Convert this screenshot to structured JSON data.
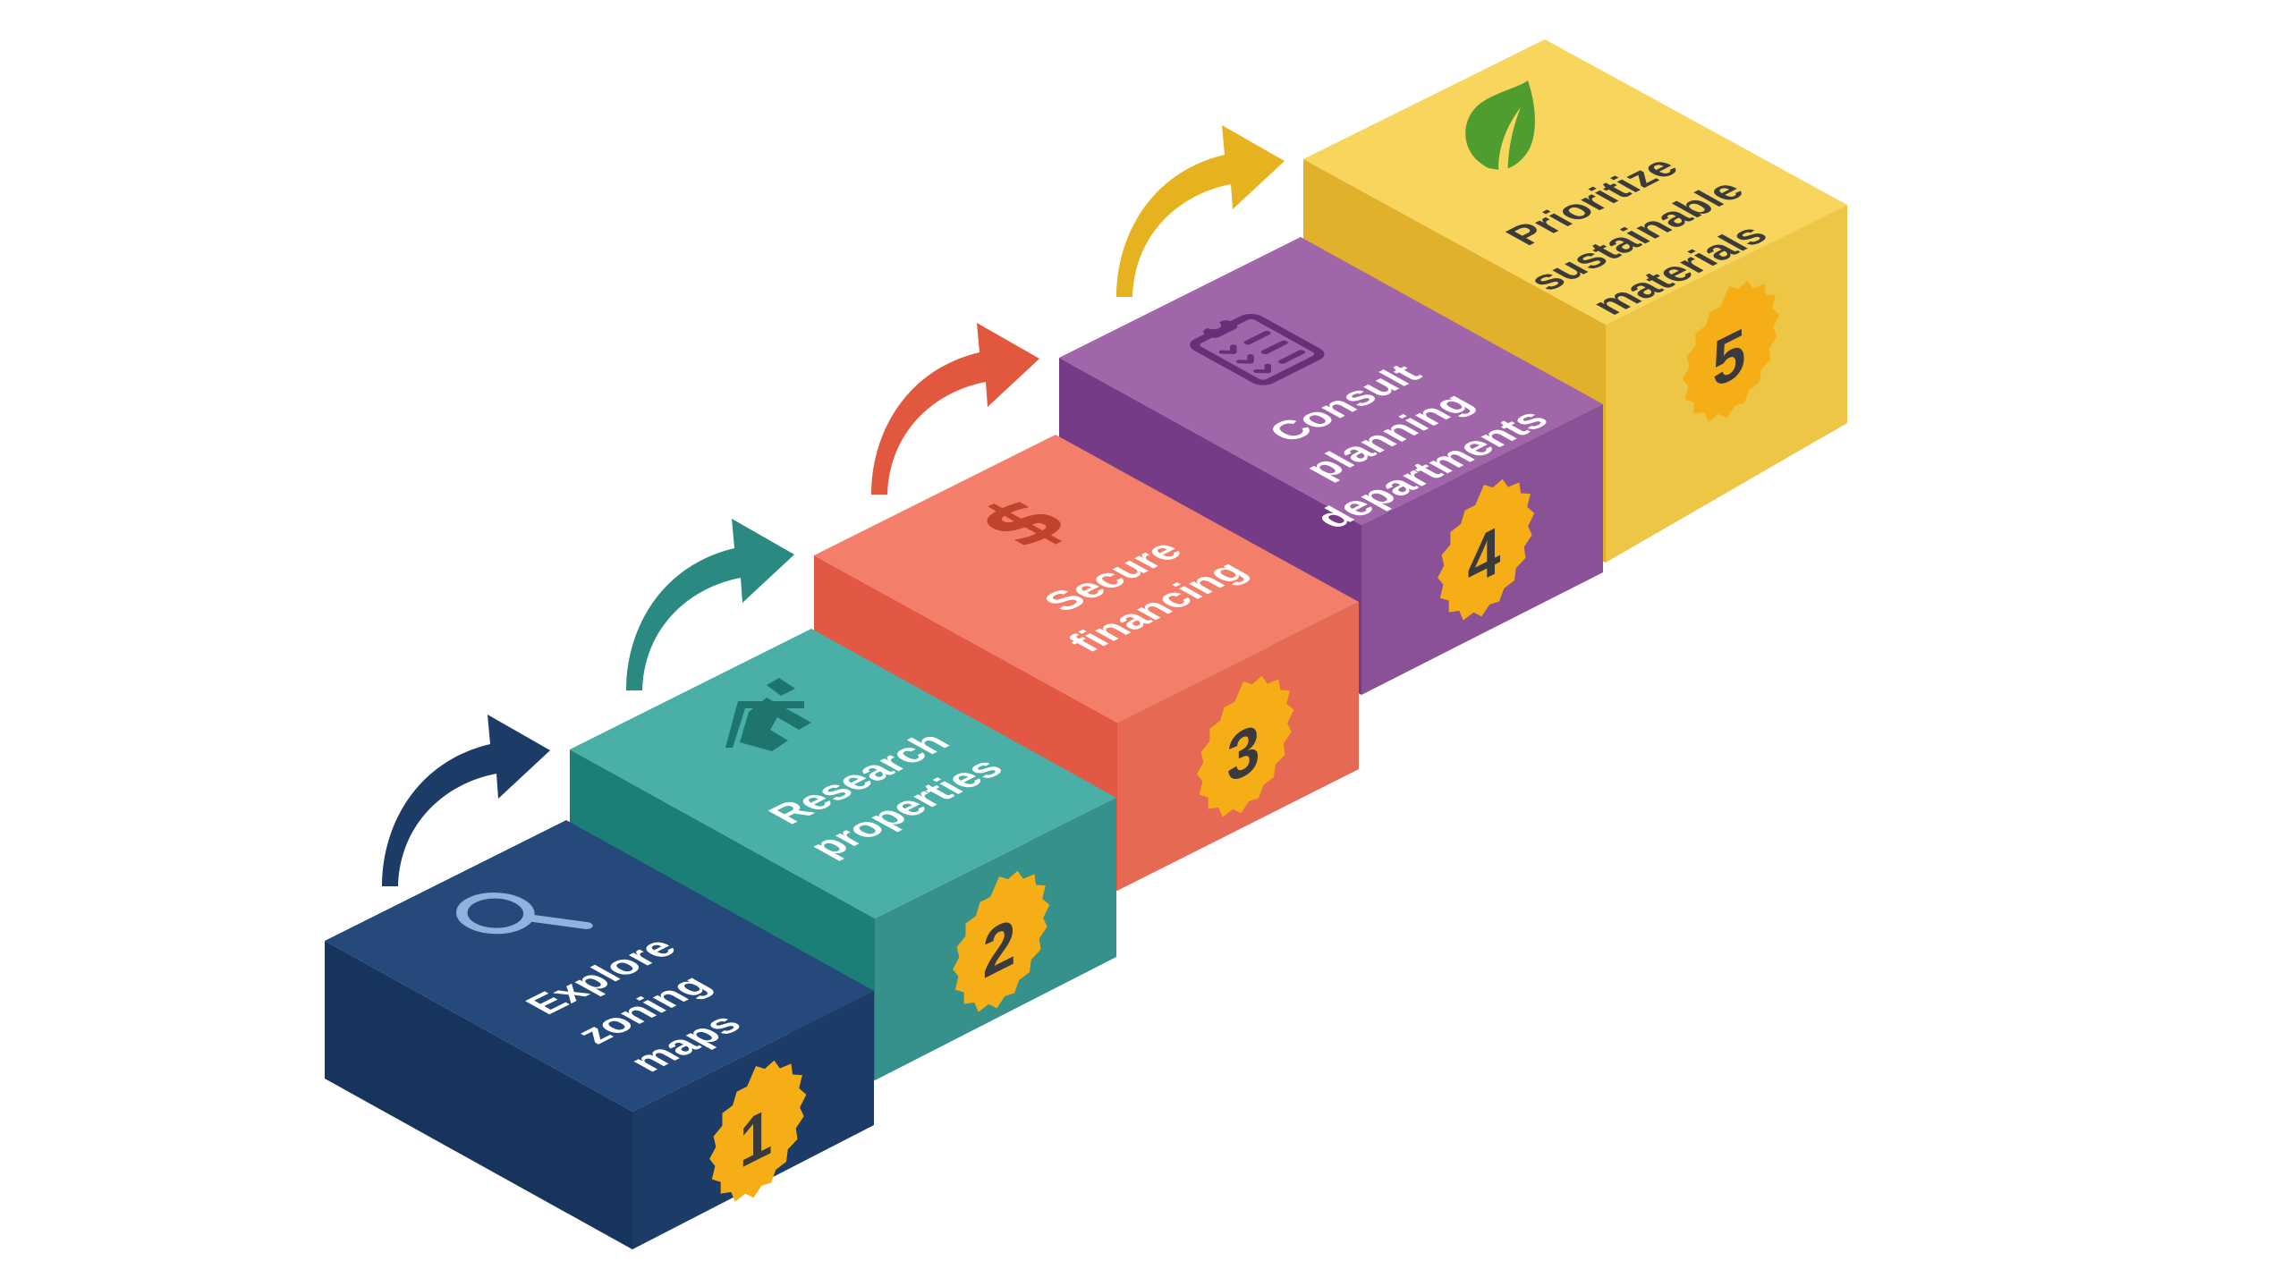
{
  "diagram": {
    "type": "isometric-staircase-process",
    "background": "#ffffff",
    "steps": [
      {
        "number": "1",
        "lines": [
          "Explore",
          "zoning",
          "maps"
        ],
        "icon": "magnifier-icon",
        "text_color": "#ffffff",
        "colors": {
          "top": "#24497a",
          "left": "#17345c",
          "right": "#1c3b66",
          "icon": "#8db3de"
        }
      },
      {
        "number": "2",
        "lines": [
          "Research",
          "properties"
        ],
        "icon": "house-icon",
        "text_color": "#ffffff",
        "colors": {
          "top": "#4aafa7",
          "left": "#1b7f77",
          "right": "#35918a",
          "icon": "#1d756e"
        }
      },
      {
        "number": "3",
        "lines": [
          "Secure",
          "financing"
        ],
        "icon": "dollar-icon",
        "text_color": "#ffffff",
        "colors": {
          "top": "#f37f6a",
          "left": "#e25844",
          "right": "#e66a53",
          "icon": "#c0432e"
        }
      },
      {
        "number": "4",
        "lines": [
          "Consult",
          "planning",
          "departments"
        ],
        "icon": "clipboard-icon",
        "text_color": "#ffffff",
        "colors": {
          "top": "#a166aa",
          "left": "#763b86",
          "right": "#8a5196",
          "icon": "#6a2e79"
        }
      },
      {
        "number": "5",
        "lines": [
          "Prioritize",
          "sustainable",
          "materials"
        ],
        "icon": "leaf-icon",
        "text_color": "#3b3b3b",
        "colors": {
          "top": "#f8d55c",
          "left": "#e2b12b",
          "right": "#edc646",
          "icon": "#4f9c2f"
        }
      }
    ],
    "arrows": [
      {
        "color": "#1c3b66"
      },
      {
        "color": "#2a8a82"
      },
      {
        "color": "#e2583f"
      },
      {
        "color": "#e7b21f"
      }
    ],
    "badge": {
      "fill": "#f6ae17",
      "digit_color": "#3a3a3c"
    }
  }
}
